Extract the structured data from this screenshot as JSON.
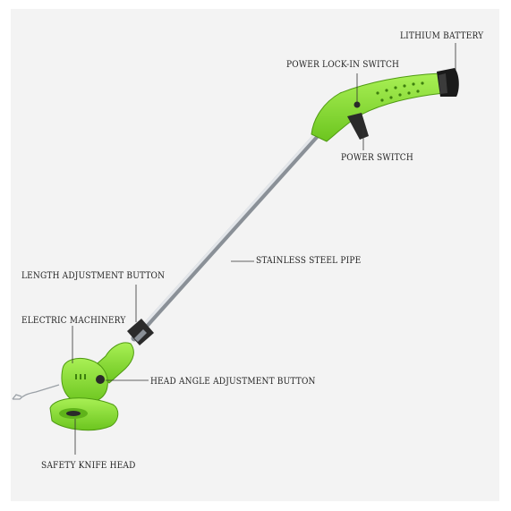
{
  "labels": {
    "lithium_battery": "LITHIUM BATTERY",
    "power_lock_in_switch": "POWER LOCK-IN SWITCH",
    "power_switch": "POWER SWITCH",
    "stainless_steel_pipe": "STAINLESS STEEL PIPE",
    "length_adjustment_button": "LENGTH ADJUSTMENT BUTTON",
    "electric_machinery": "ELECTRIC MACHINERY",
    "head_angle_adjustment_button": "HEAD ANGLE ADJUSTMENT BUTTON",
    "safety_knife_head": "SAFETY KNIFE HEAD"
  },
  "colors": {
    "body_green": "#8fe03a",
    "body_green_dark": "#5fb31a",
    "pipe_metal": "#c9cdd2",
    "battery_black": "#1a1a1a",
    "background": "#f3f3f3"
  }
}
